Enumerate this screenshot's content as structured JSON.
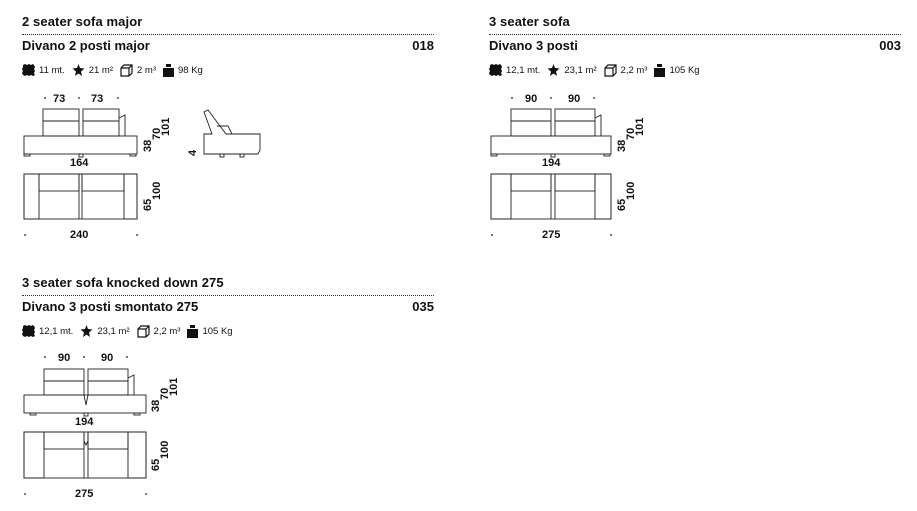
{
  "products": [
    {
      "title_en": "2 seater sofa major",
      "title_it": "Divano 2 posti major",
      "code": "018",
      "specs": {
        "fabric": "11 mt.",
        "leather": "21 m²",
        "volume": "2 m³",
        "weight": "98 Kg"
      },
      "dims": {
        "seat_w1": "73",
        "seat_w2": "73",
        "front_w": "164",
        "seat_h": "38",
        "back_h": "70",
        "total_h": "101",
        "side_extra": "4",
        "depth": "65",
        "depth_total": "100",
        "plan_w": "240"
      }
    },
    {
      "title_en": "3 seater sofa",
      "title_it": "Divano 3 posti",
      "code": "003",
      "specs": {
        "fabric": "12,1 mt.",
        "leather": "23,1 m²",
        "volume": "2,2 m³",
        "weight": "105 Kg"
      },
      "dims": {
        "seat_w1": "90",
        "seat_w2": "90",
        "front_w": "194",
        "seat_h": "38",
        "back_h": "70",
        "total_h": "101",
        "depth": "65",
        "depth_total": "100",
        "plan_w": "275"
      }
    },
    {
      "title_en": "3 seater sofa knocked down 275",
      "title_it": "Divano 3 posti smontato 275",
      "code": "035",
      "specs": {
        "fabric": "12,1 mt.",
        "leather": "23,1 m²",
        "volume": "2,2 m³",
        "weight": "105 Kg"
      },
      "dims": {
        "seat_w1": "90",
        "seat_w2": "90",
        "front_w": "194",
        "seat_h": "38",
        "back_h": "70",
        "total_h": "101",
        "depth": "65",
        "depth_total": "100",
        "plan_w": "275"
      }
    }
  ],
  "icons": [
    "fabric-icon",
    "leather-icon",
    "volume-icon",
    "weight-icon"
  ]
}
